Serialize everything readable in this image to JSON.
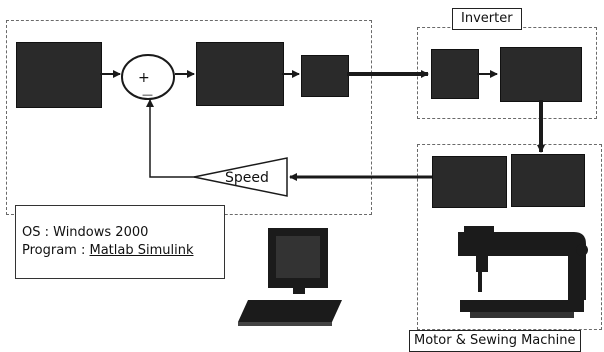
{
  "inverter": {
    "title": "Inverter"
  },
  "motor_section": {
    "title": "Motor & Sewing Machine"
  },
  "feedback": {
    "gain_label": "Speed"
  },
  "summing_junction": {
    "plus": "+",
    "minus": "—"
  },
  "info_box": {
    "os_label": "OS : Windows 2000",
    "program_label": "Program : ",
    "program_value": "Matlab Simulink"
  },
  "colors": {
    "block_fill": "#2a2a2a",
    "line": "#1a1a1a",
    "dash": "#6a6a6a"
  },
  "icons": [
    "computer-icon",
    "sewing-machine-icon"
  ]
}
